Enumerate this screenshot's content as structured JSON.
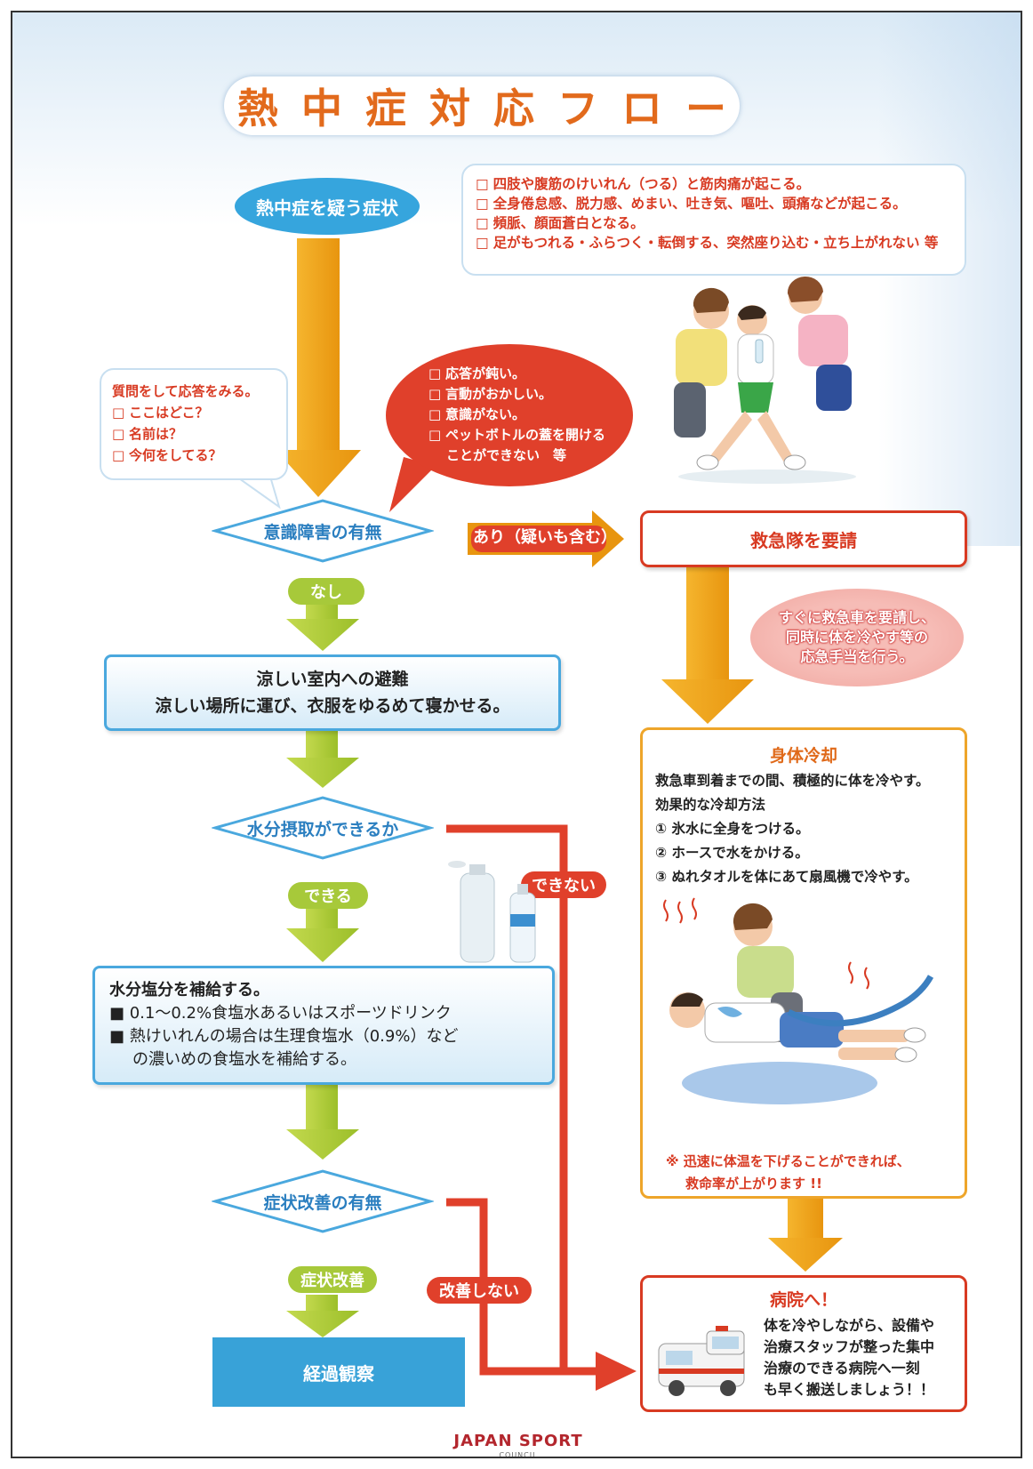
{
  "title": "熱中症対応フロー",
  "start": "熱中症を疑う症状",
  "symptoms": [
    "四肢や腹筋のけいれん（つる）と筋肉痛が起こる。",
    "全身倦怠感、脱力感、めまい、吐き気、嘔吐、頭痛などが起こる。",
    "頻脈、顔面蒼白となる。",
    "足がもつれる・ふらつく・転倒する、突然座り込む・立ち上がれない 等"
  ],
  "question": {
    "heading": "質問をして応答をみる。",
    "items": [
      "ここはどこ？",
      "名前は？",
      "今何をしてる？"
    ]
  },
  "consciousness_signs": {
    "items": [
      "応答が鈍い。",
      "言動がおかしい。",
      "意識がない。",
      "ペットボトルの蓋を開ける"
    ],
    "tail": "ことができない　等"
  },
  "decision_consciousness": "意識障害の有無",
  "yes_label": "あり（疑いも含む）",
  "ambulance": "救急隊を要請",
  "ambulance_note": [
    "すぐに救急車を要請し、",
    "同時に体を冷やす等の",
    "応急手当を行う。"
  ],
  "no_label": "なし",
  "evacuation": {
    "line1": "涼しい室内への避難",
    "line2": "涼しい場所に運び、衣服をゆるめて寝かせる。"
  },
  "decision_fluid": "水分摂取ができるか",
  "can_label": "できる",
  "cannot_label": "できない",
  "fluid": {
    "heading": "水分塩分を補給する。",
    "line1": "■ 0.1～0.2%食塩水あるいはスポーツドリンク",
    "line2": "■ 熱けいれんの場合は生理食塩水（0.9%）など",
    "line3": "の濃いめの食塩水を補給する。"
  },
  "decision_improve": "症状改善の有無",
  "improved_label": "症状改善",
  "not_improved_label": "改善しない",
  "observe": "経過観察",
  "cooling": {
    "title": "身体冷却",
    "lines": [
      "救急車到着までの間、積極的に体を冷やす。",
      "効果的な冷却方法",
      "① 氷水に全身をつける。",
      "② ホースで水をかける。",
      "③ ぬれタオルを体にあて扇風機で冷やす。"
    ],
    "note1": "※ 迅速に体温を下げることができれば、",
    "note2": "救命率が上がります !!"
  },
  "hospital": {
    "title": "病院へ！",
    "lines": [
      "体を冷やしながら、設備や",
      "治療スタッフが整った集中",
      "治療のできる病院へ一刻",
      "も早く搬送しましょう！！"
    ]
  },
  "logo": {
    "line1": "JAPAN SPORT",
    "line2": "COUNCIL"
  },
  "colors": {
    "title": "#e26a1c",
    "blue": "#36a5dd",
    "red": "#d83a22",
    "orange_arrow": "#eea52a",
    "green_arrow": "#a7c93a"
  }
}
